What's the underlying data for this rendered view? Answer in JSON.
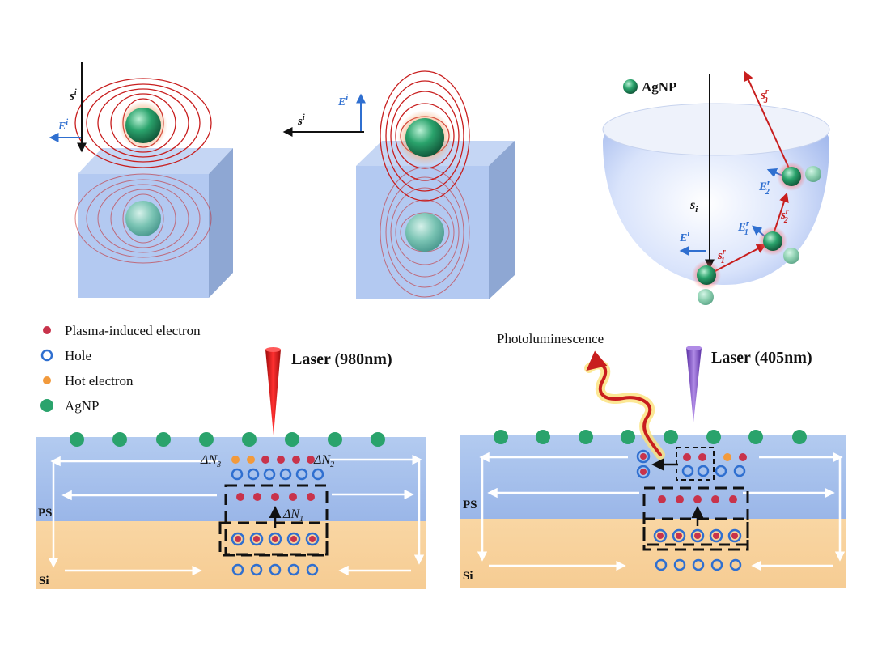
{
  "colors": {
    "field_line": "#c81e1e",
    "e_arrow": "#2f6fd0",
    "ps_layer": "#aac4ee",
    "si_layer": "#f8d29e",
    "np_green": "#2aa36c",
    "electron": "#c8334b",
    "hole": "#2f6fd0",
    "hot_electron": "#f29a3c",
    "laser_980": "#e11b1b",
    "laser_405": "#8a5bd0"
  },
  "top": {
    "panel_a": {
      "s_label": "s",
      "s_sup": "i",
      "e_label": "E",
      "e_sup": "i"
    },
    "panel_b": {
      "s_label": "s",
      "s_sup": "i",
      "e_label": "E",
      "e_sup": "i"
    },
    "panel_c": {
      "legend": "AgNP",
      "s_label": "s",
      "s_sub": "i",
      "e_label": "E",
      "e_sup": "i",
      "s1_label": "s",
      "s1_sup": "r",
      "s1_sub": "1",
      "s2_label": "s",
      "s2_sup": "r",
      "s2_sub": "2",
      "s3_label": "s",
      "s3_sup": "r",
      "s3_sub": "3",
      "e1_label": "E",
      "e1_sup": "r",
      "e1_sub": "1",
      "e2_label": "E",
      "e2_sup": "r",
      "e2_sub": "2"
    }
  },
  "legend": {
    "electron": "Plasma-induced electron",
    "hole": "Hole",
    "hot_electron": "Hot electron",
    "agnp": "AgNP"
  },
  "bottom_left": {
    "laser": "Laser (980nm)",
    "ps": "PS",
    "si": "Si",
    "dn3": "ΔN",
    "dn3_sub": "3",
    "dn2": "ΔN",
    "dn2_sub": "2",
    "dn1": "ΔN",
    "dn1_sub": "1"
  },
  "bottom_right": {
    "laser": "Laser (405nm)",
    "pl": "Photoluminescence",
    "ps": "PS",
    "si": "Si"
  }
}
